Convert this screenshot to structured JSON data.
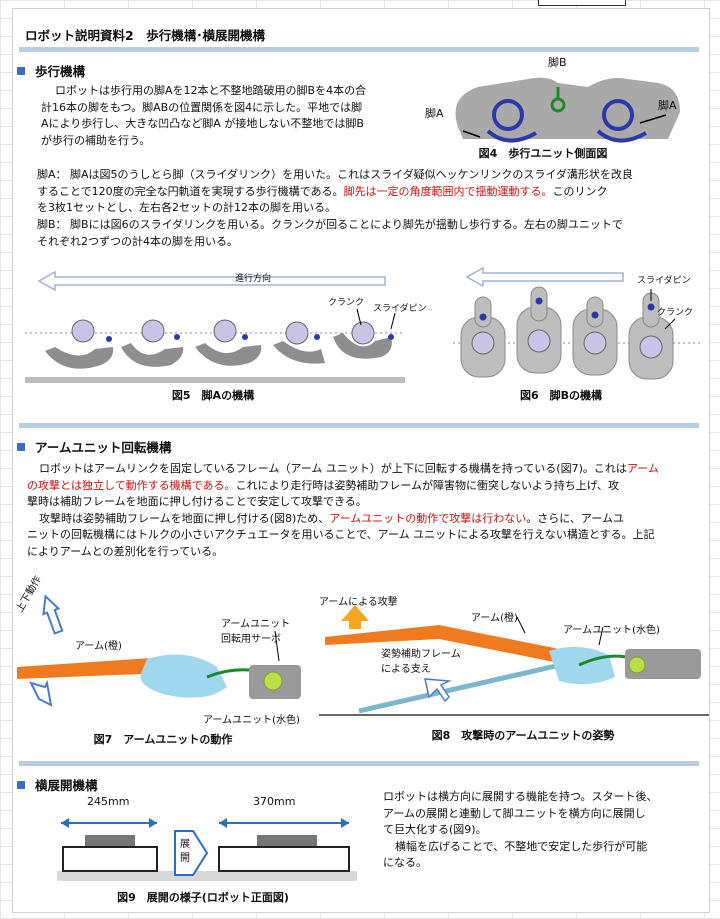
{
  "title": "ロボット説明資料2　歩行機構･横展開機構",
  "sec1": {
    "heading": "歩行機構",
    "intro1": "ロボットは歩行用の脚Aを12本と不整地踏破用の脚Bを4本の合",
    "intro2": "計16本の脚をもつ。脚ABの位置関係を図4に示した。平地では脚",
    "intro3": "Aにより歩行し、大きな凹凸など脚A が接地しない不整地では脚B",
    "intro4": "が歩行の補助を行う。",
    "legA1": "脚A：  脚Aは図5のうしとら脚（スライダリンク）を用いた。これはスライダ疑似ヘッケンリンクのスライダ溝形状を改良",
    "legA2a": "することで120度の完全な円軌道を実現する歩行機構である。",
    "legA2b": "脚先は一定の角度範囲内で揺動運動する。",
    "legA2c": "このリンク",
    "legA3": "を3枚1セットとし、左右各2セットの計12本の脚を用いる。",
    "legB1": "脚B：  脚Bには図6のスライダリンクを用いる。クランクが回ることにより脚先が揺動し歩行する。左右の脚ユニットで",
    "legB2": "それぞれ2つずつの計4本の脚を用いる。",
    "fig4": {
      "caption": "図4　歩行ユニット側面図",
      "legA_left": "脚A",
      "legA_right": "脚A",
      "legB": "脚B"
    },
    "fig5": {
      "caption": "図5　脚Aの機構",
      "direction": "進行方向",
      "crank": "クランク",
      "slider_pin": "スライダピン"
    },
    "fig6": {
      "caption": "図6　脚Bの機構",
      "slider_pin": "スライダピン",
      "crank": "クランク"
    }
  },
  "sec2": {
    "heading": "アームユニット回転機構",
    "p1a": "ロボットはアームリンクを固定しているフレーム（アーム ユニット）が上下に回転する機構を持っている(図7)。これは",
    "p1b": "アーム",
    "p2a": "の攻撃とは独立して動作する機構である。",
    "p2b": "これにより走行時は姿勢補助フレームが障害物に衝突しないよう持ち上げ、攻",
    "p3": "撃時は補助フレームを地面に押し付けることで安定して攻撃できる。",
    "p4a": "攻撃時は姿勢補助フレームを地面に押し付ける(図8)ため、",
    "p4b": "アームユニットの動作で攻撃は行わない",
    "p4c": "。さらに、アームユ",
    "p5": "ニットの回転機構にはトルクの小さいアクチュエータを用いることで、アーム ユニットによる攻撃を行えない構造とする。上記",
    "p6": "によりアームとの差別化を行っている。",
    "fig7": {
      "caption": "図7　アームユニットの動作",
      "updown": "上下動作",
      "arm": "アーム(橙)",
      "servo1": "アームユニット",
      "servo2": "回転用サーボ",
      "unit": "アームユニット(水色)"
    },
    "fig8": {
      "caption": "図8　攻撃時のアームユニットの姿勢",
      "attack": "アームによる攻撃",
      "arm": "アーム(橙)",
      "unit": "アームユニット(水色)",
      "support1": "姿勢補助フレーム",
      "support2": "による支え"
    }
  },
  "sec3": {
    "heading": "横展開機構",
    "p1": "ロボットは横方向に展開する機能を持つ。スタート後、",
    "p2": "アームの展開と連動して脚ユニットを横方向に展開し",
    "p3": "て巨大化する(図9)。",
    "p4": "横幅を広げることで、不整地で安定した歩行が可能",
    "p5": "になる。",
    "fig9": {
      "caption": "図9　展開の様子(ロボット正面図)",
      "w1": "245mm",
      "w2": "370mm",
      "expand1": "展",
      "expand2": "開"
    }
  },
  "colors": {
    "accent": "#3c6fbf",
    "rule": "#b9cde6",
    "red": "#d01010",
    "arm": "#f07a20",
    "unit": "#9fd8ee",
    "leg": "#8e8e8e",
    "legB": "#2b3aa8",
    "green": "#1c8a2a"
  }
}
